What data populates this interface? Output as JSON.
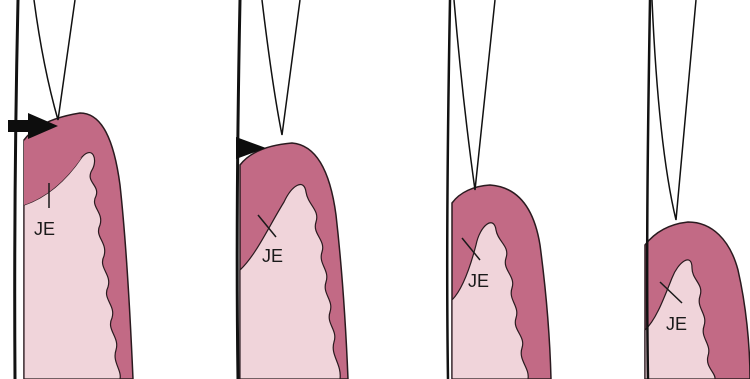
{
  "colors": {
    "background": "#ffffff",
    "tooth_outline": "#111111",
    "oral_epithelium": "#c26a85",
    "connective_tissue": "#f0d4da",
    "junctional_epithelium": "#e3aabb",
    "outline": "#2a1a1f"
  },
  "panels": [
    {
      "id": "stage-1",
      "label": "JE",
      "has_arrow": true,
      "arrow_icon": "triangle-pointer-icon"
    },
    {
      "id": "stage-2",
      "label": "JE",
      "has_arrow": true,
      "arrow_icon": "triangle-pointer-icon"
    },
    {
      "id": "stage-3",
      "label": "JE",
      "has_arrow": false
    },
    {
      "id": "stage-4",
      "label": "JE",
      "has_arrow": false
    }
  ]
}
